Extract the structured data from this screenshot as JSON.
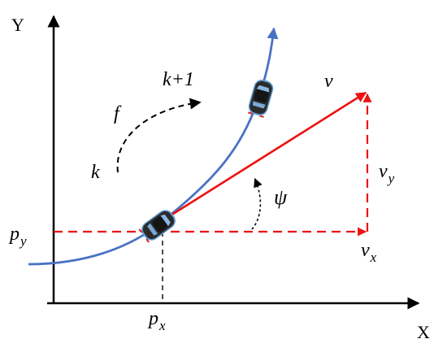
{
  "axes": {
    "x_label": "X",
    "y_label": "Y"
  },
  "labels": {
    "k": "k",
    "k_next": "k+1",
    "f": "f",
    "v": "v",
    "psi": "ψ",
    "p_y": {
      "base": "p",
      "sub": "y"
    },
    "p_x": {
      "base": "p",
      "sub": "x"
    },
    "v_y": {
      "base": "v",
      "sub": "y"
    },
    "v_x": {
      "base": "v",
      "sub": "x"
    }
  },
  "colors": {
    "axis": "#000000",
    "trajectory": "#4a72c4",
    "velocity": "#ee1111",
    "car_body": "#2b2b2b",
    "car_trim": "#5f9bd4"
  }
}
